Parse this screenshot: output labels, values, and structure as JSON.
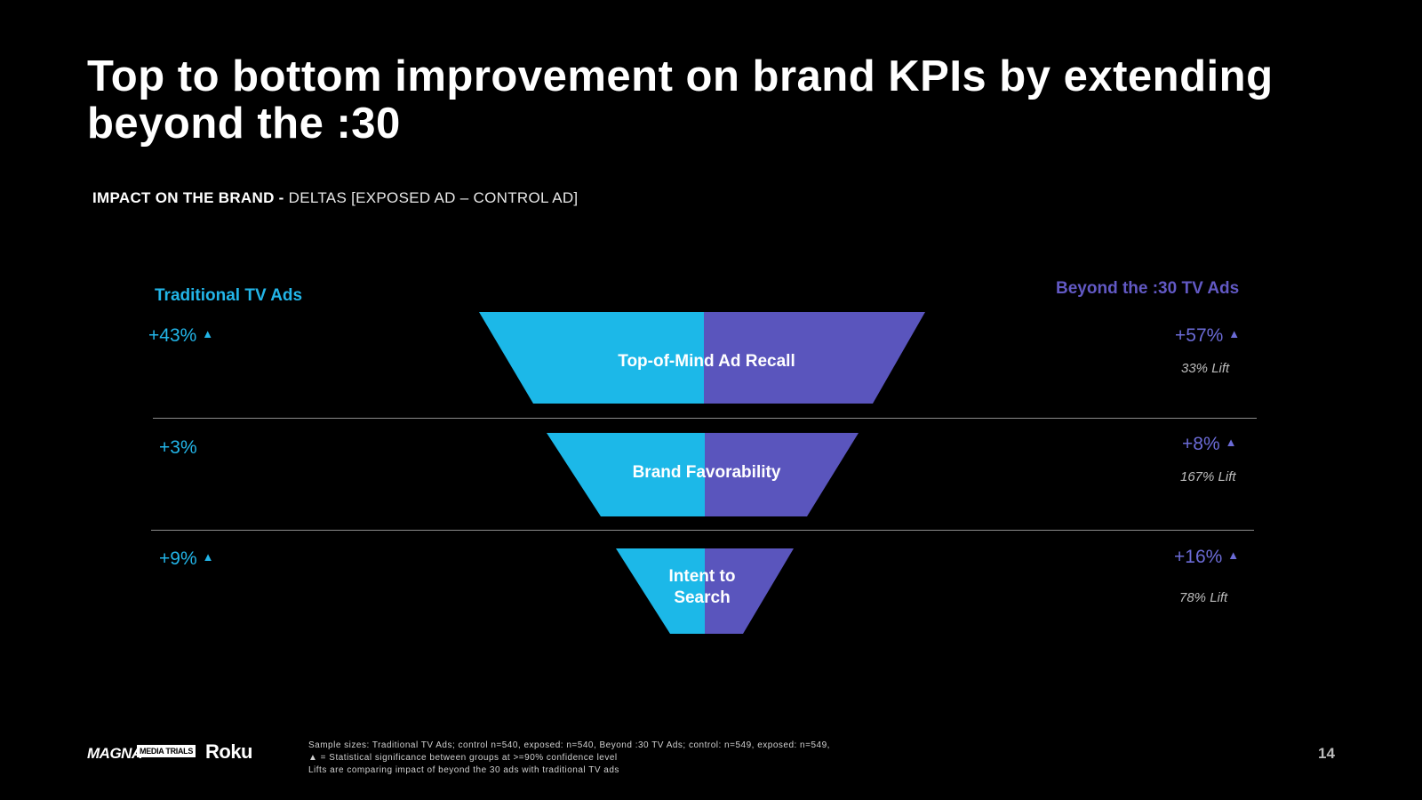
{
  "title": "Top to bottom improvement on brand KPIs by extending beyond the :30",
  "subtitle": {
    "bold": "IMPACT ON THE BRAND - ",
    "light": "DELTAS [EXPOSED AD – CONTROL AD]"
  },
  "columns": {
    "traditional": "Traditional TV Ads",
    "beyond": "Beyond the :30 TV Ads"
  },
  "colors": {
    "traditional": "#1cb8e8",
    "beyond": "#5a55bd"
  },
  "significance_marker": "▲",
  "stages": [
    {
      "label": "Top-of-Mind Ad Recall",
      "traditional": "+43%",
      "traditional_sig": true,
      "beyond": "+57%",
      "beyond_sig": true,
      "lift": "33% Lift"
    },
    {
      "label": "Brand Favorability",
      "traditional": "+3%",
      "traditional_sig": false,
      "beyond": "+8%",
      "beyond_sig": true,
      "lift": "167% Lift"
    },
    {
      "label": "Intent to Search",
      "traditional": "+9%",
      "traditional_sig": true,
      "beyond": "+16%",
      "beyond_sig": true,
      "lift": "78% Lift"
    }
  ],
  "logos": {
    "magna": "MAGNA",
    "media_trials": "MEDIA TRIALS",
    "roku": "Roku"
  },
  "footnotes": [
    "Sample sizes: Traditional TV Ads; control n=540, exposed: n=540, Beyond :30 TV Ads; control: n=549, exposed: n=549,",
    "▲ = Statistical significance between groups at >=90% confidence level",
    "Lifts are comparing impact of beyond the 30 ads with traditional TV ads"
  ],
  "page_number": "14"
}
